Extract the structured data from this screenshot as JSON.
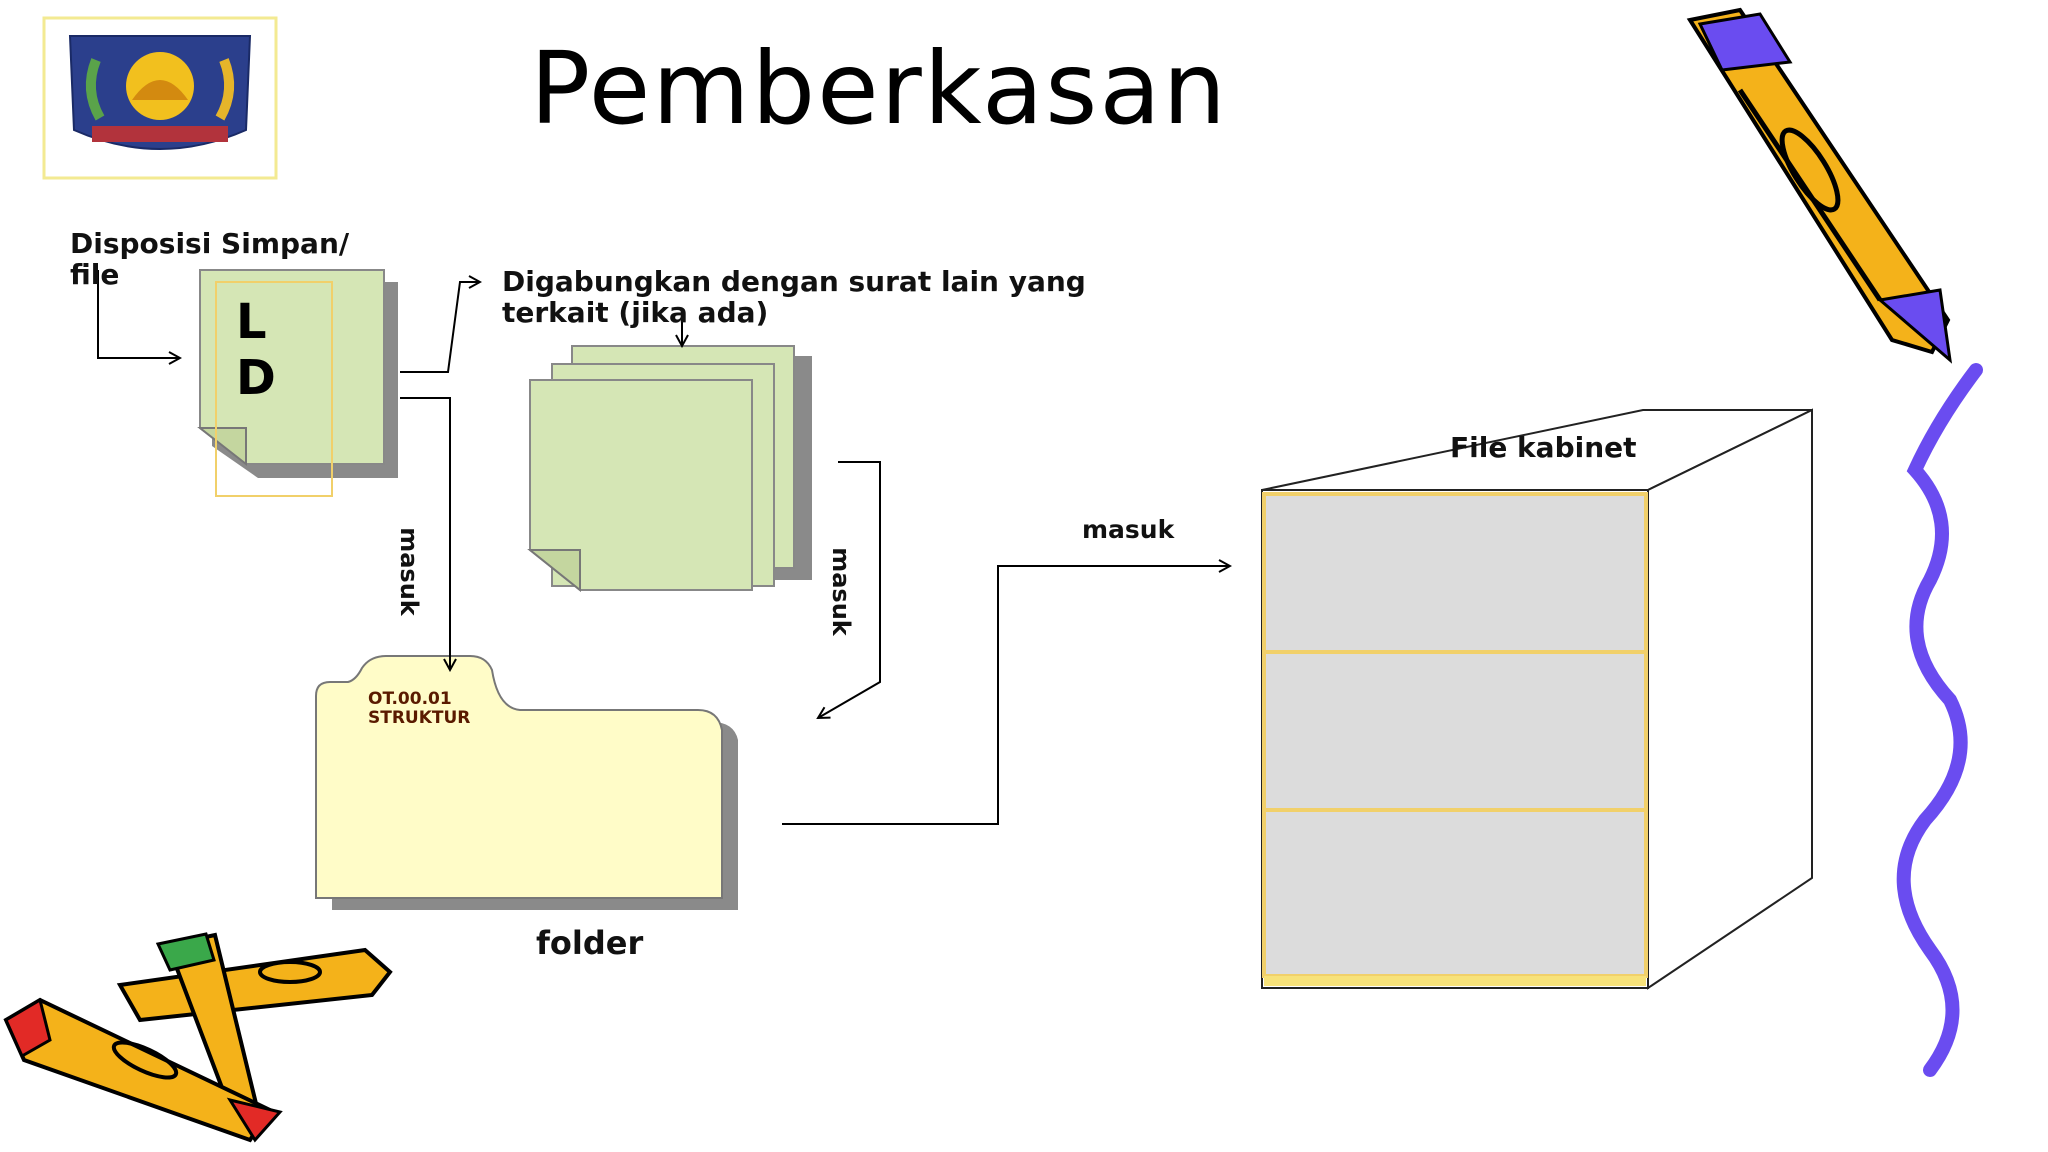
{
  "slide": {
    "title": "Pemberkasan",
    "disposition_label": "Disposisi Simpan/\nfile",
    "document_letters": [
      "L",
      "D"
    ],
    "merge_label": "Digabungkan dengan surat lain yang\nterkait (jika ada)",
    "arrow_label_1": "masuk",
    "arrow_label_2": "masuk",
    "arrow_label_3": "masuk",
    "folder_tab_code": "OT.00.01",
    "folder_tab_name": "STRUKTUR",
    "folder_label": "folder",
    "cabinet_label": "File kabinet"
  },
  "colors": {
    "paper_green": "#d5e6b5",
    "folder_yellow": "#fffcc8",
    "cabinet_drawer": "#dcdcdc",
    "cabinet_trim": "#f7e27a",
    "accent_purple": "#6a4cf0",
    "pencil_orange": "#f4b21a"
  }
}
